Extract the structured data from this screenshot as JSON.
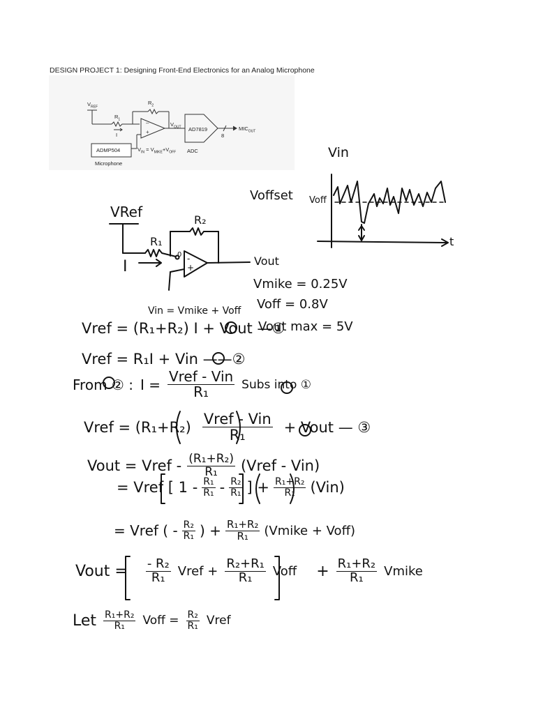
{
  "title": "DESIGN PROJECT 1: Designing Front-End Electronics for an Analog Microphone",
  "schematic": {
    "vref": "V",
    "vref_sub": "REF",
    "r1": "R",
    "r1_sub": "1",
    "r2": "R",
    "r2_sub": "2",
    "i_label": "I",
    "vout": "V",
    "vout_sub": "OUT",
    "adc_chip": "AD7819",
    "adc": "ADC",
    "bus_width": "8",
    "mic_out": "MIC",
    "mic_out_sub": "OUT",
    "mic_chip": "ADMP504",
    "mic_label": "Microphone",
    "vin_eq": "V",
    "vin_eq_sub1": "IN",
    "vin_eq_mid": " = V",
    "vin_eq_sub2": "MIKE",
    "vin_eq_plus": "+V",
    "vin_eq_sub3": "OFF"
  },
  "graph": {
    "y_label": "Vin",
    "offset_label": "Voffset",
    "voff_label": "Voff",
    "t_label": "t"
  },
  "circuit": {
    "vref": "VRef",
    "r1": "R₁",
    "r2": "R₂",
    "i": "I",
    "zero": "0",
    "minus": "-",
    "plus": "+",
    "vout": "Vout",
    "vin_def": "Vin = Vmike + Voff"
  },
  "givens": {
    "vmike": "Vmike = 0.25V",
    "voff": "Voff = 0.8V",
    "voutmax": "Vout max = 5V"
  },
  "equations": {
    "eq1": "Vref = (R₁+R₂) I + Vout —①",
    "eq2": "Vref = R₁I + Vin ——②",
    "from2": "From ② :",
    "i_eq": "I =",
    "i_num": "Vref - Vin",
    "i_den": "R₁",
    "subs": "Subs into ①",
    "eq3_left": "Vref = (R₁+R₂)",
    "eq3_num": "Vref - Vin",
    "eq3_den": "R₁",
    "eq3_right": "+ Vout — ③",
    "vout1_left": "Vout = Vref -",
    "vout1_num": "(R₁+R₂)",
    "vout1_den": "R₁",
    "vout1_right": "(Vref - Vin)",
    "vout2_left": "= Vref [ 1 -",
    "vout2_f1_num": "R₁",
    "vout2_f1_den": "R₁",
    "vout2_mid": "-",
    "vout2_f2_num": "R₂",
    "vout2_f2_den": "R₁",
    "vout2_close": "] +",
    "vout2_f3_num": "R₁+R₂",
    "vout2_f3_den": "R₁",
    "vout2_right": "(Vin)",
    "vout3_left": "= Vref ( -",
    "vout3_f1_num": "R₂",
    "vout3_f1_den": "R₁",
    "vout3_mid": ") +",
    "vout3_f2_num": "R₁+R₂",
    "vout3_f2_den": "R₁",
    "vout3_right": "(Vmike + Voff)",
    "vout4_left": "Vout =",
    "vout4_f1_num": "- R₂",
    "vout4_f1_den": "R₁",
    "vout4_vref": "Vref +",
    "vout4_f2_num": "R₂+R₁",
    "vout4_f2_den": "R₁",
    "vout4_voff": "Voff",
    "vout4_plus": "+",
    "vout4_f3_num": "R₁+R₂",
    "vout4_f3_den": "R₁",
    "vout4_vmike": "Vmike",
    "let": "Let",
    "let_f1_num": "R₁+R₂",
    "let_f1_den": "R₁",
    "let_voff": "Voff =",
    "let_f2_num": "R₂",
    "let_f2_den": "R₁",
    "let_vref": "Vref"
  }
}
